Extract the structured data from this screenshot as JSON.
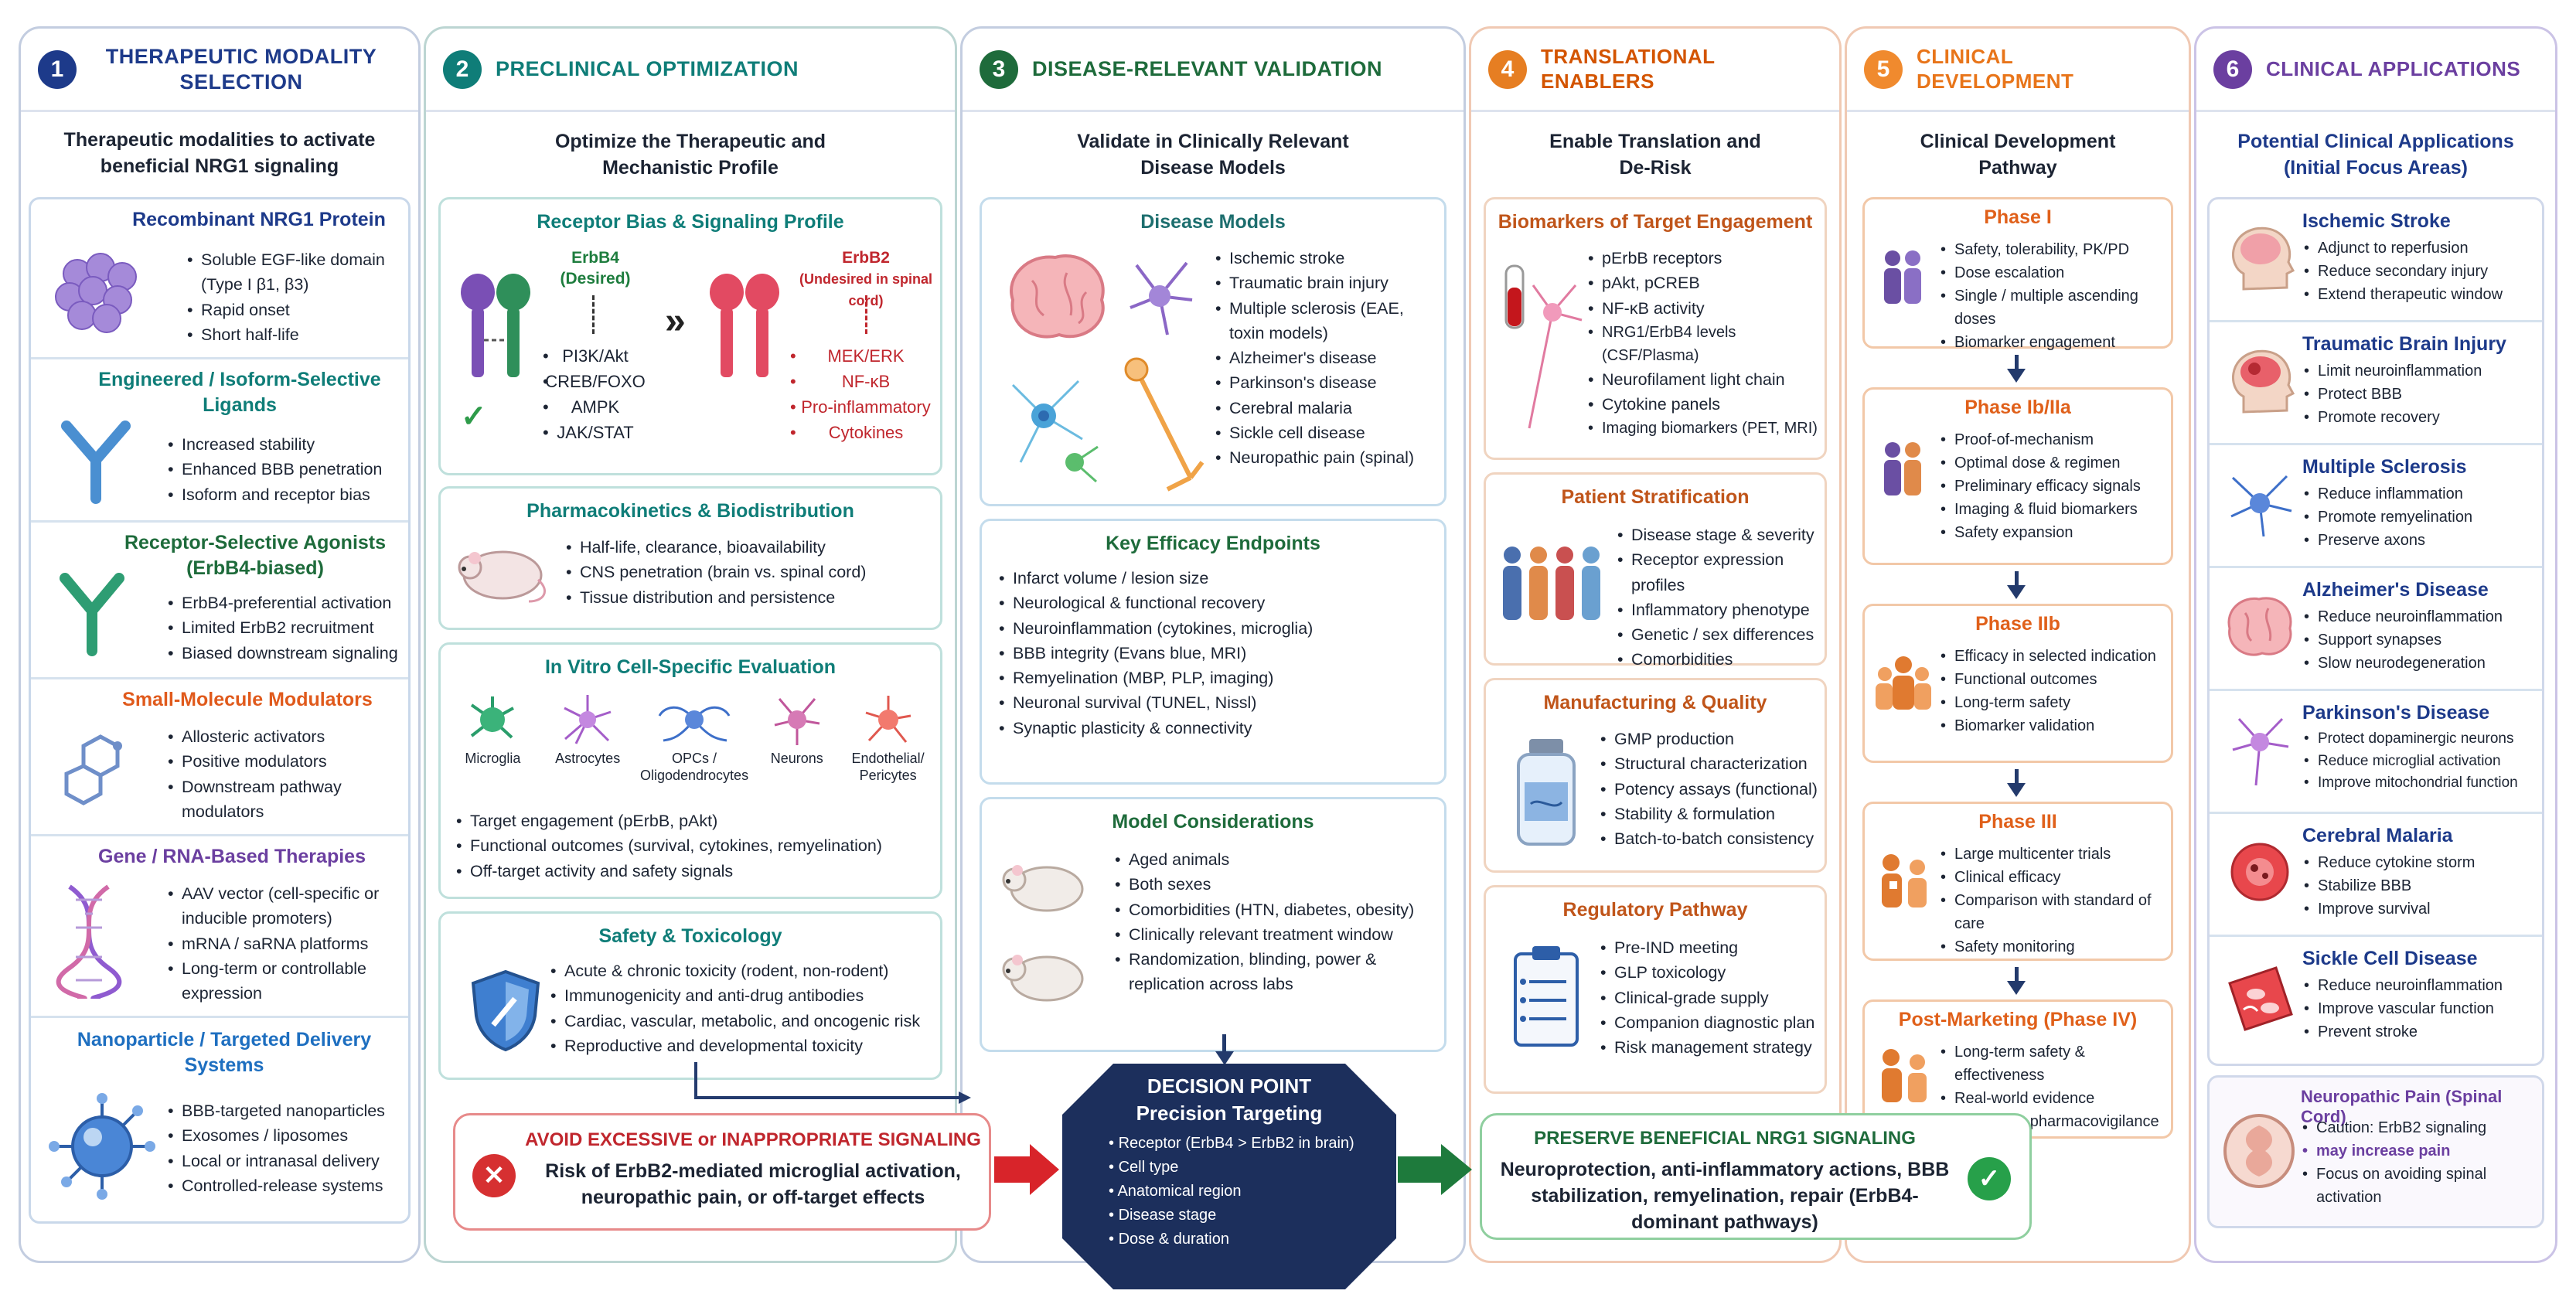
{
  "colors": {
    "navy": "#1d3a8a",
    "teal": "#0f7d78",
    "green": "#1e6b3b",
    "orange": "#e67e22",
    "purple": "#6b3fa0",
    "red": "#c0392b"
  },
  "columns": [
    {
      "num": "1",
      "title": "THERAPEUTIC MODALITY SELECTION",
      "tagline": "Therapeutic modalities to activate beneficial NRG1 signaling"
    },
    {
      "num": "2",
      "title": "PRECLINICAL OPTIMIZATION",
      "tagline": "Optimize the Therapeutic and Mechanistic Profile"
    },
    {
      "num": "3",
      "title": "DISEASE-RELEVANT VALIDATION",
      "tagline": "Validate in Clinically Relevant Disease Models"
    },
    {
      "num": "4",
      "title": "TRANSLATIONAL ENABLERS",
      "tagline": "Enable Translation and De-Risk"
    },
    {
      "num": "5",
      "title": "CLINICAL DEVELOPMENT",
      "tagline": "Clinical Development Pathway"
    },
    {
      "num": "6",
      "title": "CLINICAL APPLICATIONS",
      "tagline": "Potential Clinical Applications (Initial Focus Areas)"
    }
  ],
  "modalities": [
    {
      "title": "Recombinant NRG1 Protein",
      "items": [
        "Soluble EGF-like domain (Type I β1, β3)",
        "Rapid onset",
        "Short half-life"
      ]
    },
    {
      "title": "Engineered / Isoform-Selective Ligands",
      "items": [
        "Increased stability",
        "Enhanced BBB penetration",
        "Isoform and receptor bias"
      ]
    },
    {
      "title": "Receptor-Selective Agonists (ErbB4-biased)",
      "items": [
        "ErbB4-preferential activation",
        "Limited ErbB2 recruitment",
        "Biased downstream signaling"
      ]
    },
    {
      "title": "Small-Molecule Modulators",
      "items": [
        "Allosteric activators",
        "Positive modulators",
        "Downstream pathway modulators"
      ]
    },
    {
      "title": "Gene / RNA-Based Therapies",
      "items": [
        "AAV vector (cell-specific or inducible promoters)",
        "mRNA / saRNA platforms",
        "Long-term or controllable expression"
      ]
    },
    {
      "title": "Nanoparticle / Targeted Delivery Systems",
      "items": [
        "BBB-targeted nanoparticles",
        "Exosomes / liposomes",
        "Local or intranasal delivery",
        "Controlled-release systems"
      ]
    }
  ],
  "preclinical": {
    "receptor": {
      "title": "Receptor Bias & Signaling Profile",
      "erbb4_label": "ErbB4",
      "erbb4_note": "(Desired)",
      "erbb4_path": [
        "PI3K/Akt",
        "CREB/FOXO",
        "AMPK",
        "JAK/STAT"
      ],
      "erbb2_label": "ErbB2",
      "erbb2_note": "(Undesired in spinal cord)",
      "erbb2_path": [
        "MEK/ERK",
        "NF-κB",
        "Pro-inflammatory",
        "Cytokines"
      ]
    },
    "pk": {
      "title": "Pharmacokinetics & Biodistribution",
      "items": [
        "Half-life, clearance, bioavailability",
        "CNS penetration (brain vs. spinal cord)",
        "Tissue distribution and persistence"
      ]
    },
    "invitro": {
      "title": "In Vitro Cell-Specific Evaluation",
      "cells": [
        "Microglia",
        "Astrocytes",
        "OPCs / Oligodendrocytes",
        "Neurons",
        "Endothelial/ Pericytes"
      ],
      "items": [
        "Target engagement (pErbB, pAkt)",
        "Functional outcomes (survival, cytokines, remyelination)",
        "Off-target activity and safety signals"
      ]
    },
    "safety": {
      "title": "Safety & Toxicology",
      "items": [
        "Acute & chronic toxicity (rodent, non-rodent)",
        "Immunogenicity and anti-drug antibodies",
        "Cardiac, vascular, metabolic, and oncogenic risk",
        "Reproductive and developmental toxicity"
      ]
    }
  },
  "validation": {
    "models": {
      "title": "Disease Models",
      "items": [
        "Ischemic stroke",
        "Traumatic brain injury",
        "Multiple sclerosis (EAE, toxin models)",
        "Alzheimer's disease",
        "Parkinson's disease",
        "Cerebral malaria",
        "Sickle cell disease",
        "Neuropathic pain (spinal)"
      ]
    },
    "endpoints": {
      "title": "Key Efficacy Endpoints",
      "items": [
        "Infarct volume / lesion size",
        "Neurological & functional recovery",
        "Neuroinflammation (cytokines, microglia)",
        "BBB integrity (Evans blue, MRI)",
        "Remyelination (MBP, PLP, imaging)",
        "Neuronal survival (TUNEL, Nissl)",
        "Synaptic plasticity & connectivity"
      ]
    },
    "considerations": {
      "title": "Model Considerations",
      "items": [
        "Aged animals",
        "Both sexes",
        "Comorbidities (HTN, diabetes, obesity)",
        "Clinically relevant treatment window",
        "Randomization, blinding, power & replication across labs"
      ]
    }
  },
  "enablers": [
    {
      "title": "Biomarkers of Target Engagement",
      "items": [
        "pErbB receptors",
        "pAkt, pCREB",
        "NF-κB activity",
        "NRG1/ErbB4 levels (CSF/Plasma)",
        "Neurofilament light chain",
        "Cytokine panels",
        "Imaging biomarkers (PET, MRI)"
      ]
    },
    {
      "title": "Patient Stratification",
      "items": [
        "Disease stage & severity",
        "Receptor expression profiles",
        "Inflammatory phenotype",
        "Genetic / sex differences",
        "Comorbidities"
      ]
    },
    {
      "title": "Manufacturing & Quality",
      "items": [
        "GMP production",
        "Structural characterization",
        "Potency assays (functional)",
        "Stability & formulation",
        "Batch-to-batch consistency"
      ]
    },
    {
      "title": "Regulatory Pathway",
      "items": [
        "Pre-IND meeting",
        "GLP toxicology",
        "Clinical-grade supply",
        "Companion diagnostic plan",
        "Risk management strategy"
      ]
    }
  ],
  "phases": [
    {
      "title": "Phase I",
      "items": [
        "Safety, tolerability, PK/PD",
        "Dose escalation",
        "Single / multiple ascending doses",
        "Biomarker engagement"
      ]
    },
    {
      "title": "Phase Ib/IIa",
      "items": [
        "Proof-of-mechanism",
        "Optimal dose & regimen",
        "Preliminary efficacy signals",
        "Imaging & fluid biomarkers",
        "Safety expansion"
      ]
    },
    {
      "title": "Phase IIb",
      "items": [
        "Efficacy in selected indication",
        "Functional outcomes",
        "Long-term safety",
        "Biomarker validation"
      ]
    },
    {
      "title": "Phase III",
      "items": [
        "Large multicenter trials",
        "Clinical efficacy",
        "Comparison with standard of care",
        "Safety monitoring"
      ]
    },
    {
      "title": "Post-Marketing (Phase IV)",
      "items": [
        "Long-term safety & effectiveness",
        "Real-world evidence",
        "Registry & pharmacovigilance"
      ]
    }
  ],
  "applications": [
    {
      "title": "Ischemic Stroke",
      "items": [
        "Adjunct to reperfusion",
        "Reduce secondary injury",
        "Extend therapeutic window"
      ]
    },
    {
      "title": "Traumatic Brain Injury",
      "items": [
        "Limit neuroinflammation",
        "Protect BBB",
        "Promote recovery"
      ]
    },
    {
      "title": "Multiple Sclerosis",
      "items": [
        "Reduce inflammation",
        "Promote remyelination",
        "Preserve axons"
      ]
    },
    {
      "title": "Alzheimer's Disease",
      "items": [
        "Reduce neuroinflammation",
        "Support synapses",
        "Slow neurodegeneration"
      ]
    },
    {
      "title": "Parkinson's Disease",
      "items": [
        "Protect dopaminergic neurons",
        "Reduce microglial activation",
        "Improve mitochondrial function"
      ]
    },
    {
      "title": "Cerebral Malaria",
      "items": [
        "Reduce cytokine storm",
        "Stabilize BBB",
        "Improve survival"
      ]
    },
    {
      "title": "Sickle Cell Disease",
      "items": [
        "Reduce neuroinflammation",
        "Improve vascular function",
        "Prevent stroke"
      ]
    },
    {
      "title": "Neuropathic Pain (Spinal Cord)",
      "items": [
        "Caution: ErbB2 signaling",
        "may increase pain",
        "Focus on avoiding spinal activation"
      ]
    }
  ],
  "avoid": {
    "title": "AVOID EXCESSIVE or INAPPROPRIATE SIGNALING",
    "text": "Risk of ErbB2-mediated microglial activation, neuropathic pain, or off-target effects"
  },
  "decision": {
    "title1": "DECISION POINT",
    "title2": "Precision Targeting",
    "items": [
      "Receptor (ErbB4 > ErbB2 in brain)",
      "Cell type",
      "Anatomical region",
      "Disease stage",
      "Dose & duration"
    ]
  },
  "preserve": {
    "title": "PRESERVE BENEFICIAL NRG1 SIGNALING",
    "text": "Neuroprotection, anti-inflammatory actions, BBB stabilization, remyelination, repair (ErbB4-dominant pathways)"
  }
}
